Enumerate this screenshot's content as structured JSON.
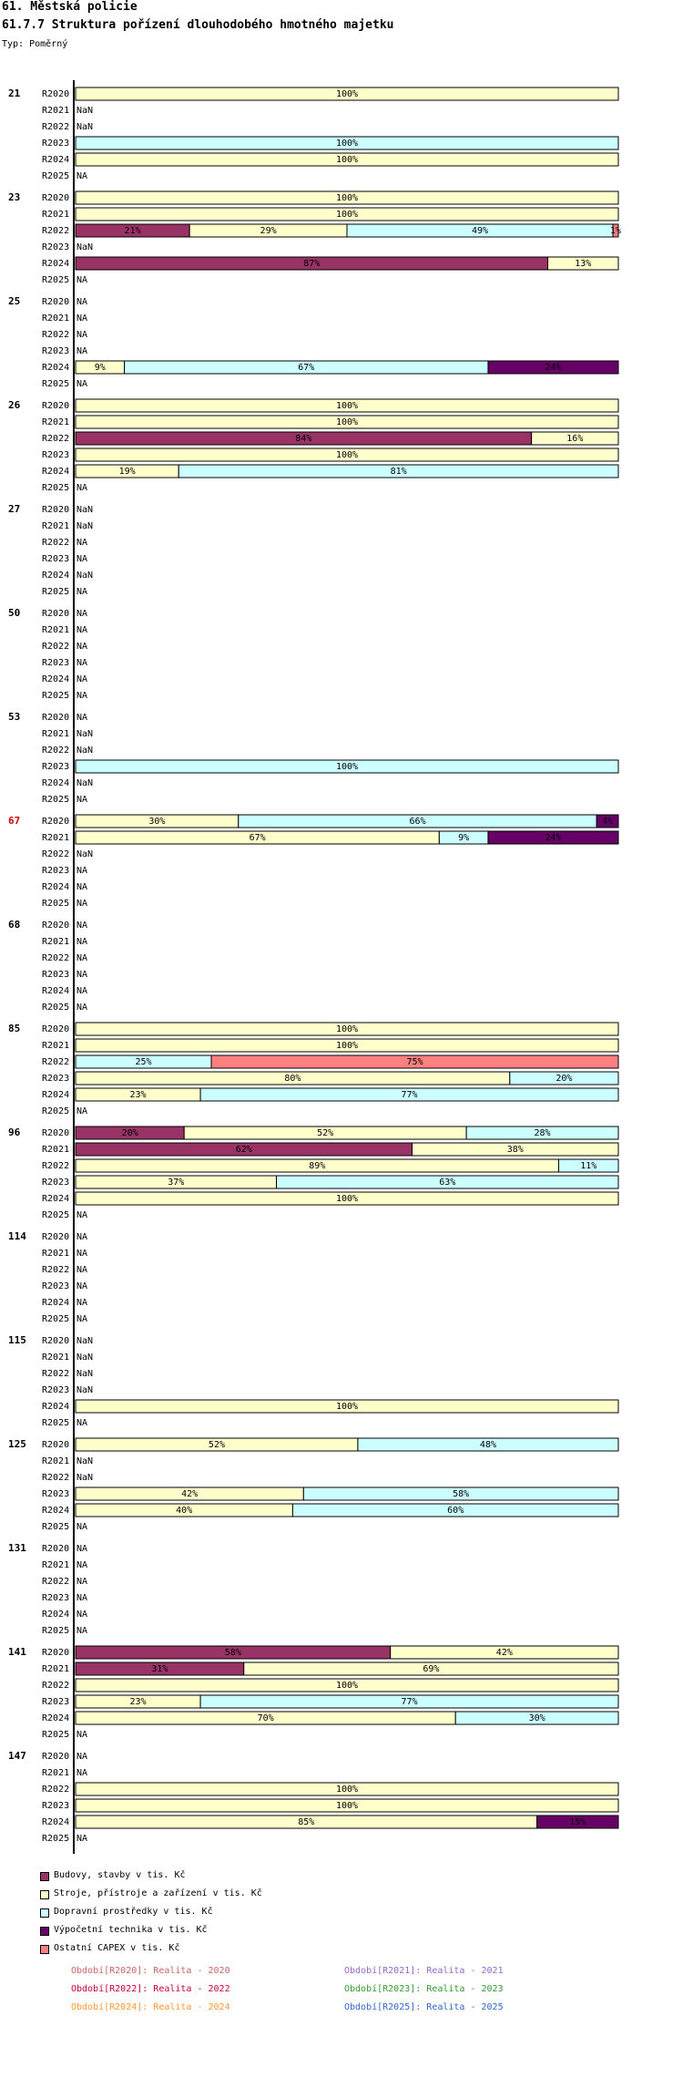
{
  "header": {
    "title": "61. Městská policie",
    "subtitle": "61.7.7 Struktura pořízení dlouhodobého hmotného majetku",
    "type_label": "Typ: Poměrný"
  },
  "chart_data": {
    "type": "bar",
    "orientation": "horizontal-stacked-100",
    "series": [
      {
        "name": "Budovy, stavby v tis. Kč",
        "color": "#993366"
      },
      {
        "name": "Stroje, přístroje a zařízení v tis. Kč",
        "color": "#ffffcc"
      },
      {
        "name": "Dopravní prostředky v tis. Kč",
        "color": "#ccffff"
      },
      {
        "name": "Výpočetní technika v tis. Kč",
        "color": "#660066"
      },
      {
        "name": "Ostatní CAPEX v tis. Kč",
        "color": "#ff8080"
      }
    ],
    "groups": [
      {
        "label": "21",
        "highlight": false,
        "rows": [
          {
            "period": "R2020",
            "values": [
              0,
              100,
              0,
              0,
              0
            ]
          },
          {
            "period": "R2021",
            "status": "NaN"
          },
          {
            "period": "R2022",
            "status": "NaN"
          },
          {
            "period": "R2023",
            "values": [
              0,
              0,
              100,
              0,
              0
            ]
          },
          {
            "period": "R2024",
            "values": [
              0,
              100,
              0,
              0,
              0
            ]
          },
          {
            "period": "R2025",
            "status": "NA"
          }
        ]
      },
      {
        "label": "23",
        "highlight": false,
        "rows": [
          {
            "period": "R2020",
            "values": [
              0,
              100,
              0,
              0,
              0
            ]
          },
          {
            "period": "R2021",
            "values": [
              0,
              100,
              0,
              0,
              0
            ]
          },
          {
            "period": "R2022",
            "values": [
              21,
              29,
              49,
              0,
              1
            ]
          },
          {
            "period": "R2023",
            "status": "NaN"
          },
          {
            "period": "R2024",
            "values": [
              87,
              13,
              0,
              0,
              0
            ]
          },
          {
            "period": "R2025",
            "status": "NA"
          }
        ]
      },
      {
        "label": "25",
        "highlight": false,
        "rows": [
          {
            "period": "R2020",
            "status": "NA"
          },
          {
            "period": "R2021",
            "status": "NA"
          },
          {
            "period": "R2022",
            "status": "NA"
          },
          {
            "period": "R2023",
            "status": "NA"
          },
          {
            "period": "R2024",
            "values": [
              0,
              9,
              67,
              24,
              0
            ]
          },
          {
            "period": "R2025",
            "status": "NA"
          }
        ]
      },
      {
        "label": "26",
        "highlight": false,
        "rows": [
          {
            "period": "R2020",
            "values": [
              0,
              100,
              0,
              0,
              0
            ]
          },
          {
            "period": "R2021",
            "values": [
              0,
              100,
              0,
              0,
              0
            ]
          },
          {
            "period": "R2022",
            "values": [
              84,
              16,
              0,
              0,
              0
            ]
          },
          {
            "period": "R2023",
            "values": [
              0,
              100,
              0,
              0,
              0
            ]
          },
          {
            "period": "R2024",
            "values": [
              0,
              19,
              81,
              0,
              0
            ]
          },
          {
            "period": "R2025",
            "status": "NA"
          }
        ]
      },
      {
        "label": "27",
        "highlight": false,
        "rows": [
          {
            "period": "R2020",
            "status": "NaN"
          },
          {
            "period": "R2021",
            "status": "NaN"
          },
          {
            "period": "R2022",
            "status": "NA"
          },
          {
            "period": "R2023",
            "status": "NA"
          },
          {
            "period": "R2024",
            "status": "NaN"
          },
          {
            "period": "R2025",
            "status": "NA"
          }
        ]
      },
      {
        "label": "50",
        "highlight": false,
        "rows": [
          {
            "period": "R2020",
            "status": "NA"
          },
          {
            "period": "R2021",
            "status": "NA"
          },
          {
            "period": "R2022",
            "status": "NA"
          },
          {
            "period": "R2023",
            "status": "NA"
          },
          {
            "period": "R2024",
            "status": "NA"
          },
          {
            "period": "R2025",
            "status": "NA"
          }
        ]
      },
      {
        "label": "53",
        "highlight": false,
        "rows": [
          {
            "period": "R2020",
            "status": "NA"
          },
          {
            "period": "R2021",
            "status": "NaN"
          },
          {
            "period": "R2022",
            "status": "NaN"
          },
          {
            "period": "R2023",
            "values": [
              0,
              0,
              100,
              0,
              0
            ]
          },
          {
            "period": "R2024",
            "status": "NaN"
          },
          {
            "period": "R2025",
            "status": "NA"
          }
        ]
      },
      {
        "label": "67",
        "highlight": true,
        "rows": [
          {
            "period": "R2020",
            "values": [
              0,
              30,
              66,
              4,
              0
            ]
          },
          {
            "period": "R2021",
            "values": [
              0,
              67,
              9,
              24,
              0
            ]
          },
          {
            "period": "R2022",
            "status": "NaN"
          },
          {
            "period": "R2023",
            "status": "NA"
          },
          {
            "period": "R2024",
            "status": "NA"
          },
          {
            "period": "R2025",
            "status": "NA"
          }
        ]
      },
      {
        "label": "68",
        "highlight": false,
        "rows": [
          {
            "period": "R2020",
            "status": "NA"
          },
          {
            "period": "R2021",
            "status": "NA"
          },
          {
            "period": "R2022",
            "status": "NA"
          },
          {
            "period": "R2023",
            "status": "NA"
          },
          {
            "period": "R2024",
            "status": "NA"
          },
          {
            "period": "R2025",
            "status": "NA"
          }
        ]
      },
      {
        "label": "85",
        "highlight": false,
        "rows": [
          {
            "period": "R2020",
            "values": [
              0,
              100,
              0,
              0,
              0
            ]
          },
          {
            "period": "R2021",
            "values": [
              0,
              100,
              0,
              0,
              0
            ]
          },
          {
            "period": "R2022",
            "values": [
              0,
              0,
              25,
              0,
              75
            ]
          },
          {
            "period": "R2023",
            "values": [
              0,
              80,
              20,
              0,
              0
            ]
          },
          {
            "period": "R2024",
            "values": [
              0,
              23,
              77,
              0,
              0
            ]
          },
          {
            "period": "R2025",
            "status": "NA"
          }
        ]
      },
      {
        "label": "96",
        "highlight": false,
        "rows": [
          {
            "period": "R2020",
            "values": [
              20,
              52,
              28,
              0,
              0
            ]
          },
          {
            "period": "R2021",
            "values": [
              62,
              38,
              0,
              0,
              0
            ]
          },
          {
            "period": "R2022",
            "values": [
              0,
              89,
              11,
              0,
              0
            ]
          },
          {
            "period": "R2023",
            "values": [
              0,
              37,
              63,
              0,
              0
            ]
          },
          {
            "period": "R2024",
            "values": [
              0,
              100,
              0,
              0,
              0
            ]
          },
          {
            "period": "R2025",
            "status": "NA"
          }
        ]
      },
      {
        "label": "114",
        "highlight": false,
        "rows": [
          {
            "period": "R2020",
            "status": "NA"
          },
          {
            "period": "R2021",
            "status": "NA"
          },
          {
            "period": "R2022",
            "status": "NA"
          },
          {
            "period": "R2023",
            "status": "NA"
          },
          {
            "period": "R2024",
            "status": "NA"
          },
          {
            "period": "R2025",
            "status": "NA"
          }
        ]
      },
      {
        "label": "115",
        "highlight": false,
        "rows": [
          {
            "period": "R2020",
            "status": "NaN"
          },
          {
            "period": "R2021",
            "status": "NaN"
          },
          {
            "period": "R2022",
            "status": "NaN"
          },
          {
            "period": "R2023",
            "status": "NaN"
          },
          {
            "period": "R2024",
            "values": [
              0,
              100,
              0,
              0,
              0
            ]
          },
          {
            "period": "R2025",
            "status": "NA"
          }
        ]
      },
      {
        "label": "125",
        "highlight": false,
        "rows": [
          {
            "period": "R2020",
            "values": [
              0,
              52,
              48,
              0,
              0
            ]
          },
          {
            "period": "R2021",
            "status": "NaN"
          },
          {
            "period": "R2022",
            "status": "NaN"
          },
          {
            "period": "R2023",
            "values": [
              0,
              42,
              58,
              0,
              0
            ]
          },
          {
            "period": "R2024",
            "values": [
              0,
              40,
              60,
              0,
              0
            ]
          },
          {
            "period": "R2025",
            "status": "NA"
          }
        ]
      },
      {
        "label": "131",
        "highlight": false,
        "rows": [
          {
            "period": "R2020",
            "status": "NA"
          },
          {
            "period": "R2021",
            "status": "NA"
          },
          {
            "period": "R2022",
            "status": "NA"
          },
          {
            "period": "R2023",
            "status": "NA"
          },
          {
            "period": "R2024",
            "status": "NA"
          },
          {
            "period": "R2025",
            "status": "NA"
          }
        ]
      },
      {
        "label": "141",
        "highlight": false,
        "rows": [
          {
            "period": "R2020",
            "values": [
              58,
              42,
              0,
              0,
              0
            ]
          },
          {
            "period": "R2021",
            "values": [
              31,
              69,
              0,
              0,
              0
            ]
          },
          {
            "period": "R2022",
            "values": [
              0,
              100,
              0,
              0,
              0
            ]
          },
          {
            "period": "R2023",
            "values": [
              0,
              23,
              77,
              0,
              0
            ]
          },
          {
            "period": "R2024",
            "values": [
              0,
              70,
              30,
              0,
              0
            ]
          },
          {
            "period": "R2025",
            "status": "NA"
          }
        ]
      },
      {
        "label": "147",
        "highlight": false,
        "rows": [
          {
            "period": "R2020",
            "status": "NA"
          },
          {
            "period": "R2021",
            "status": "NA"
          },
          {
            "period": "R2022",
            "values": [
              0,
              100,
              0,
              0,
              0
            ]
          },
          {
            "period": "R2023",
            "values": [
              0,
              100,
              0,
              0,
              0
            ]
          },
          {
            "period": "R2024",
            "values": [
              0,
              85,
              0,
              15,
              0
            ]
          },
          {
            "period": "R2025",
            "status": "NA"
          }
        ]
      }
    ],
    "highlight_color": "#cc0000"
  },
  "periods_legend": [
    {
      "text": "Období[R2020]: Realita - 2020",
      "color": "#cc6666"
    },
    {
      "text": "Období[R2021]: Realita - 2021",
      "color": "#9966cc"
    },
    {
      "text": "Období[R2022]: Realita - 2022",
      "color": "#cc0033"
    },
    {
      "text": "Období[R2023]: Realita - 2023",
      "color": "#339933"
    },
    {
      "text": "Období[R2024]: Realita - 2024",
      "color": "#ff9933"
    },
    {
      "text": "Období[R2025]: Realita - 2025",
      "color": "#3366cc"
    }
  ]
}
